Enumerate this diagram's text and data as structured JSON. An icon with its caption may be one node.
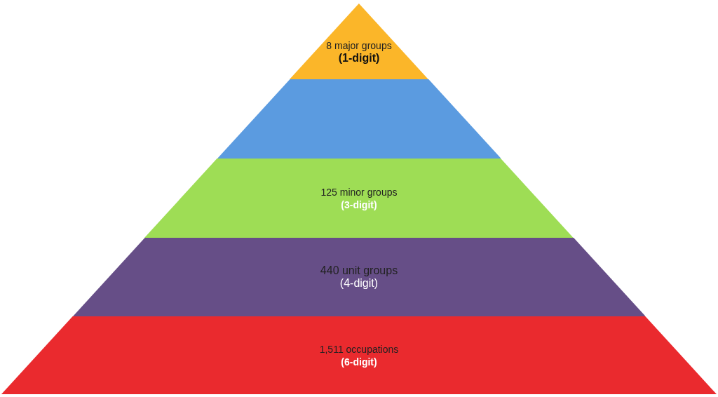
{
  "diagram": {
    "nodes": [
      {
        "text": [
          "8 major groups",
          "(1-digit)"
        ]
      },
      {
        "text": [],
        "shape": "band"
      },
      {
        "text": [
          "125 minor groups",
          "(3-digit)"
        ]
      },
      {
        "text": [
          "440 unit groups",
          "(4-digit)"
        ]
      },
      {
        "text": [
          "1,511 occupations",
          "(6-digit)"
        ]
      }
    ],
    "edges": []
  }
}
